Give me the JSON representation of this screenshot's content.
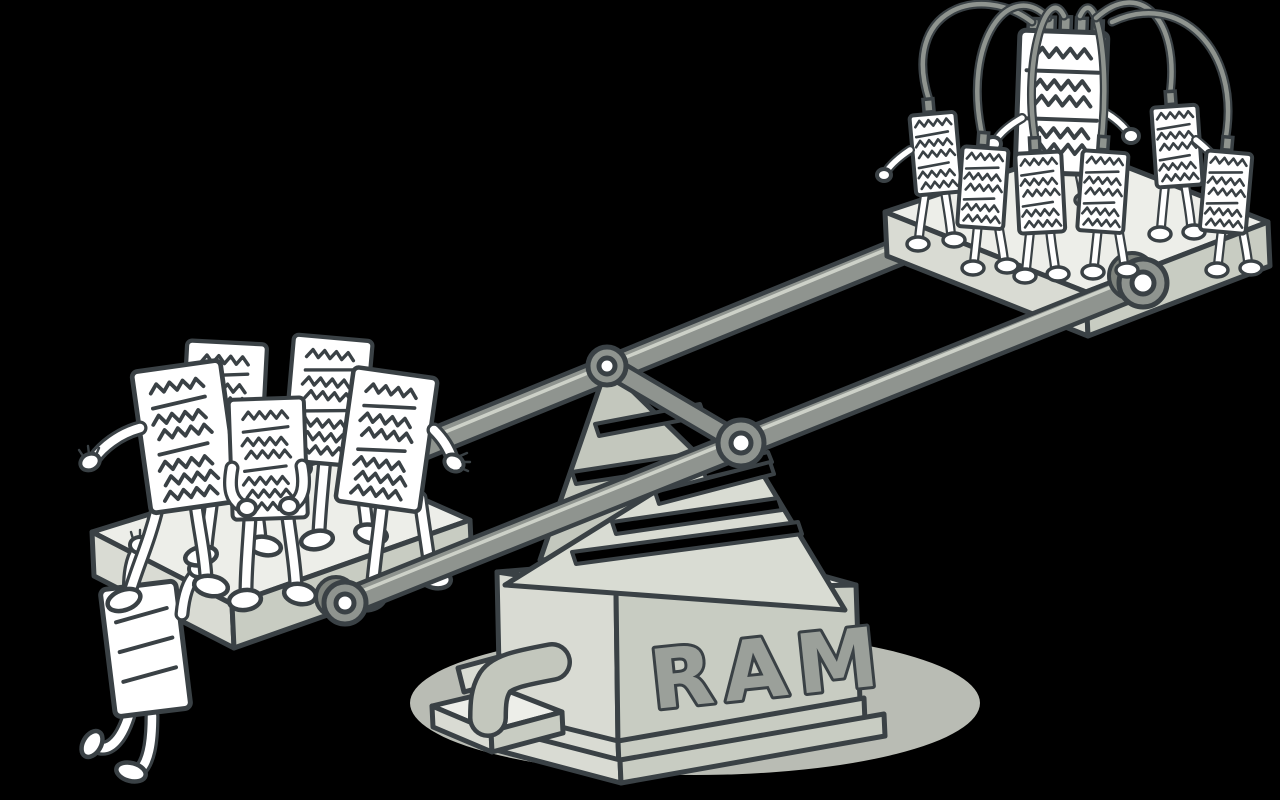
{
  "scene": {
    "alt_text": "Cartoon balance scale labeled RAM: six heavy document characters push the left pan down while six summarized documents, wired to one parent document, ride higher on the right pan. One extra document climbs onto the left pan.",
    "ram_label": "RAM",
    "left_pan": {
      "standing_documents": 5,
      "climbing_documents": 1
    },
    "right_pan": {
      "wired_documents": 6,
      "parent_documents": 1
    },
    "colors": {
      "background": "#000000",
      "outline": "#3a4145",
      "paper": "#ffffff",
      "platform_top": "#edeee9",
      "platform_front": "#d9dbd3",
      "platform_side": "#c8ccc2",
      "beam": "#8f948f",
      "beam_dark": "#7e837d",
      "beam_highlight": "#cdd1c8",
      "structure": "#d9dcd3",
      "structure_shade": "#c3c7bd",
      "ram_letters": "#9ba09a",
      "shadow": "#b9bcb4",
      "wire": "#8f948f"
    }
  }
}
